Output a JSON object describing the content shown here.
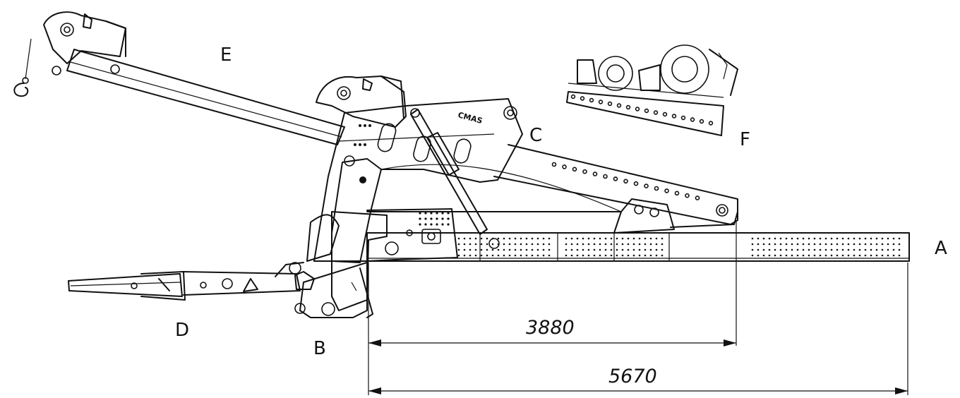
{
  "labels": {
    "a": "A",
    "b": "B",
    "c": "C",
    "d": "D",
    "e": "E",
    "f": "F"
  },
  "dimensions": {
    "inner": "3880",
    "outer": "5670"
  },
  "brand_mark": "CMAS",
  "colors": {
    "line": "#111111",
    "background": "#ffffff"
  }
}
